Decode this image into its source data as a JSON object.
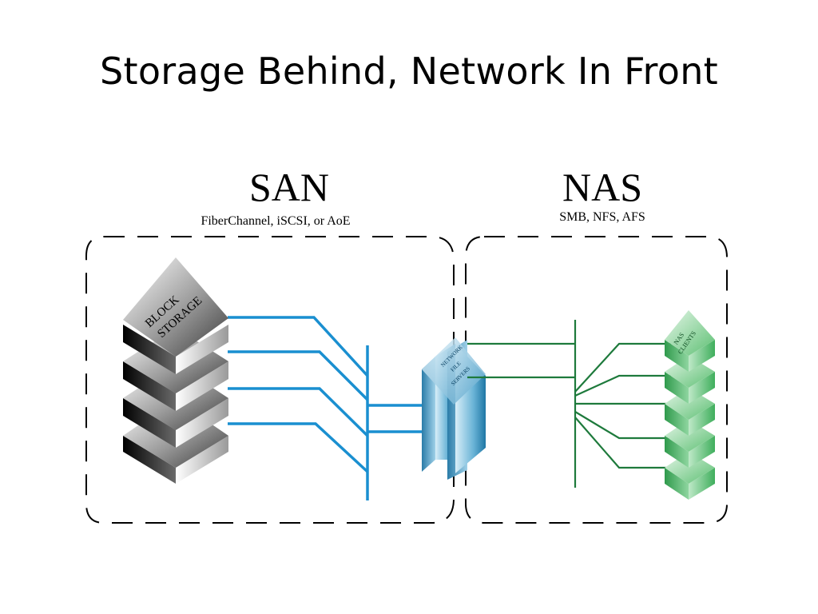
{
  "slide": {
    "title": "Storage Behind, Network In Front"
  },
  "diagram": {
    "san": {
      "heading": "SAN",
      "protocols": "FiberChannel, iSCSI, or AoE",
      "block_label_line1": "BLOCK",
      "block_label_line2": "STORAGE"
    },
    "nas": {
      "heading": "NAS",
      "protocols": "SMB, NFS, AFS",
      "clients_label_line1": "NAS",
      "clients_label_line2": "CLIENTS"
    },
    "servers": {
      "label_line1": "NETWORK",
      "label_line2": "FILE",
      "label_line3": "SERVERS"
    },
    "colors": {
      "san_link": "#1a8fd0",
      "nas_link": "#1e7a3c",
      "border": "#000000"
    }
  }
}
